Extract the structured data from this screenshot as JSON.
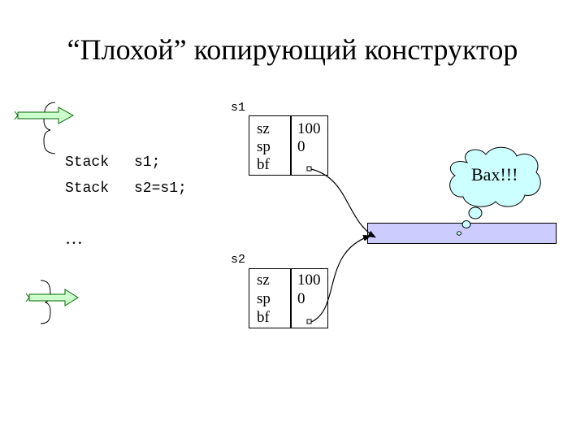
{
  "title": "“Плохой” копирующий конструктор",
  "code": {
    "line1_type": "Stack",
    "line1_decl": "s1;",
    "line2_type": "Stack",
    "line2_decl": "s2=s1;",
    "ellipsis": "…"
  },
  "objects": {
    "s1": {
      "label": "s1",
      "fields": [
        "sz",
        "sp",
        "bf"
      ],
      "values": [
        "100",
        "0",
        ""
      ]
    },
    "s2": {
      "label": "s2",
      "fields": [
        "sz",
        "sp",
        "bf"
      ],
      "values": [
        "100",
        "0",
        ""
      ]
    }
  },
  "callout": {
    "text": "Вах!!!"
  },
  "colors": {
    "buffer_fill": "#ccccff",
    "cloud_fill": "#ccffff",
    "arrow_fill": "#ccffcc",
    "arrow_stroke": "#006600"
  }
}
